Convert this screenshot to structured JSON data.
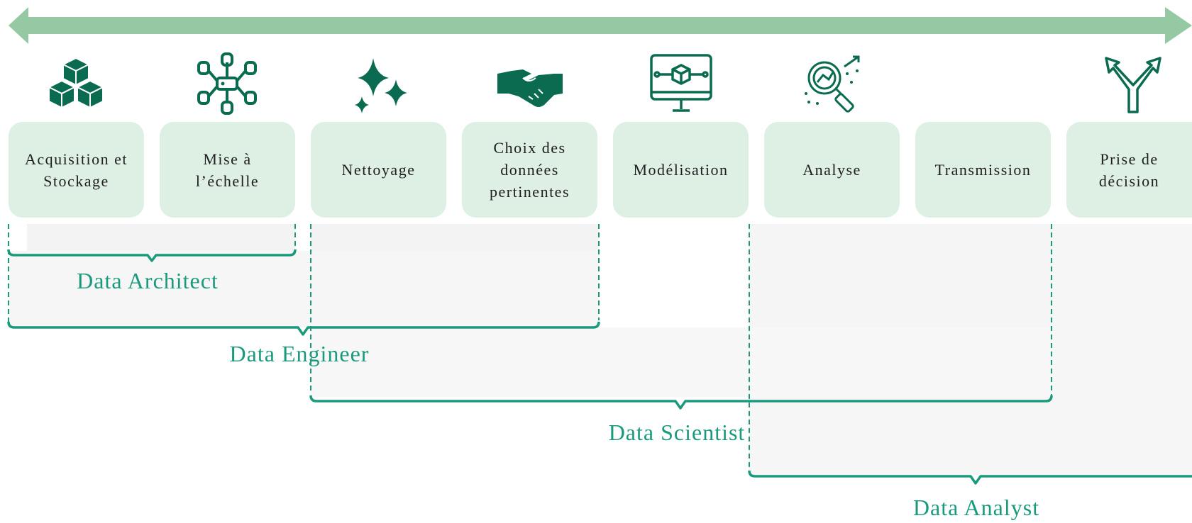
{
  "arrow": {
    "color": "#94c9a3"
  },
  "colors": {
    "box_fill": "#deefe4",
    "icon": "#0b6b50",
    "bracket": "#1a9a7d",
    "role_text": "#1a9a7d",
    "shade": "#f3f3f3"
  },
  "steps": [
    {
      "label": "Acquisition et\nStockage",
      "icon": "cubes-icon"
    },
    {
      "label": "Mise à\nl’échelle",
      "icon": "network-scale-icon"
    },
    {
      "label": "Nettoyage",
      "icon": "sparkles-icon"
    },
    {
      "label": "Choix des\ndonnées\npertinentes",
      "icon": "handshake-icon"
    },
    {
      "label": "Modélisation",
      "icon": "monitor-cube-icon"
    },
    {
      "label": "Analyse",
      "icon": "magnifier-chart-icon"
    },
    {
      "label": "Transmission",
      "icon": ""
    },
    {
      "label": "Prise de\ndécision",
      "icon": "fork-icon"
    }
  ],
  "roles": [
    {
      "name": "Data Architect",
      "covers_steps": [
        1,
        2
      ]
    },
    {
      "name": "Data Engineer",
      "covers_steps": [
        1,
        4
      ]
    },
    {
      "name": "Data Scientist",
      "covers_steps": [
        3,
        7
      ]
    },
    {
      "name": "Data Analyst",
      "covers_steps": [
        6,
        8
      ]
    }
  ]
}
